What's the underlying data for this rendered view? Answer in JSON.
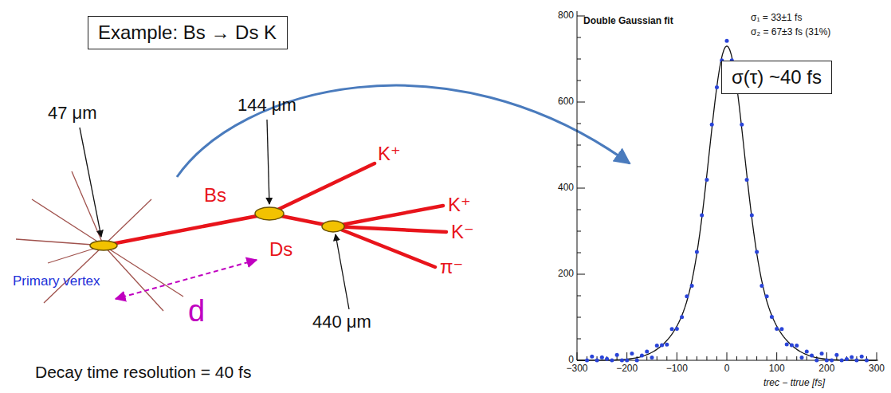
{
  "diagram": {
    "nodes": [
      {
        "text": [
          "Example: Bs → Ds K"
        ]
      },
      {
        "text": [
          "σ(τ) ~40 fs"
        ]
      }
    ],
    "labels": [
      "47 μm",
      "144 μm",
      "440 μm",
      "Bs",
      "Ds",
      "K⁺",
      "K⁺",
      "K⁻",
      "π⁻",
      "Primary vertex",
      "d",
      "Decay time resolution = 40 fs",
      "Double Gaussian fit",
      "σ₁ = 33±1 fs",
      "σ₂ = 67±3 fs (31%)",
      "800",
      "600",
      "400",
      "200",
      "0",
      "−300",
      "−200",
      "−100",
      "0",
      "100",
      "200",
      "300",
      "trec − ttrue [fs]"
    ]
  }
}
